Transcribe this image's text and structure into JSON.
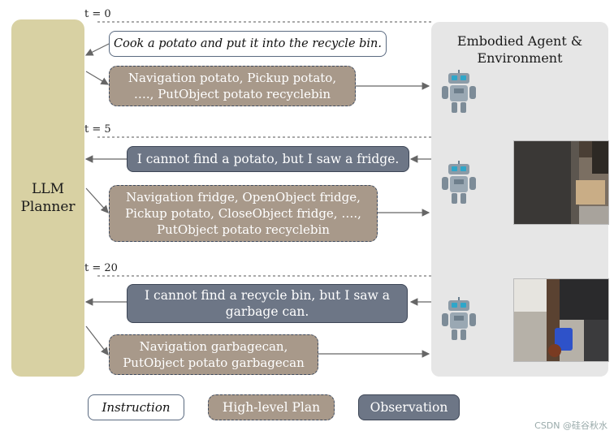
{
  "planner": {
    "label": "LLM\nPlanner"
  },
  "environment": {
    "title": "Embodied Agent &\nEnvironment"
  },
  "timesteps": [
    "t = 0",
    "t = 5",
    "t = 20"
  ],
  "instruction": "Cook a potato and put it into the recycle bin.",
  "plans": [
    "Navigation potato, Pickup potato,\n…., PutObject potato recyclebin",
    "Navigation fridge, OpenObject fridge,\nPickup potato, CloseObject fridge, ….,\nPutObject potato recyclebin",
    "Navigation garbagecan,\nPutObject potato garbagecan"
  ],
  "observations": [
    "I cannot find a potato, but I saw a fridge.",
    "I cannot find a recycle bin, but I saw a\ngarbage can."
  ],
  "legend": {
    "instruction": "Instruction",
    "plan": "High-level Plan",
    "observation": "Observation"
  },
  "watermark": "CSDN @硅谷秋水",
  "colors": {
    "planner": "#d8d1a3",
    "plan": "#a8998a",
    "observation": "#6d7686",
    "environment": "#e6e6e6"
  }
}
